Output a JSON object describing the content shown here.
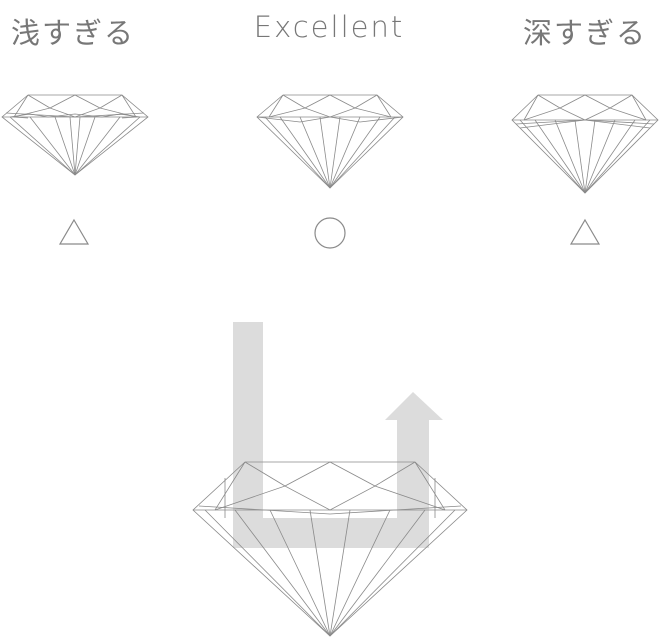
{
  "grades": [
    {
      "label": "浅すぎる",
      "mark": "triangle"
    },
    {
      "label": "Excellent",
      "mark": "circle"
    },
    {
      "label": "深すぎる",
      "mark": "triangle"
    }
  ],
  "colors": {
    "text": "#777777",
    "lines": "#8a8a8a",
    "arrow": "#dcdcdc"
  },
  "icons": [
    "diamond-icon",
    "triangle-mark-icon",
    "circle-mark-icon",
    "u-turn-arrow-icon"
  ]
}
